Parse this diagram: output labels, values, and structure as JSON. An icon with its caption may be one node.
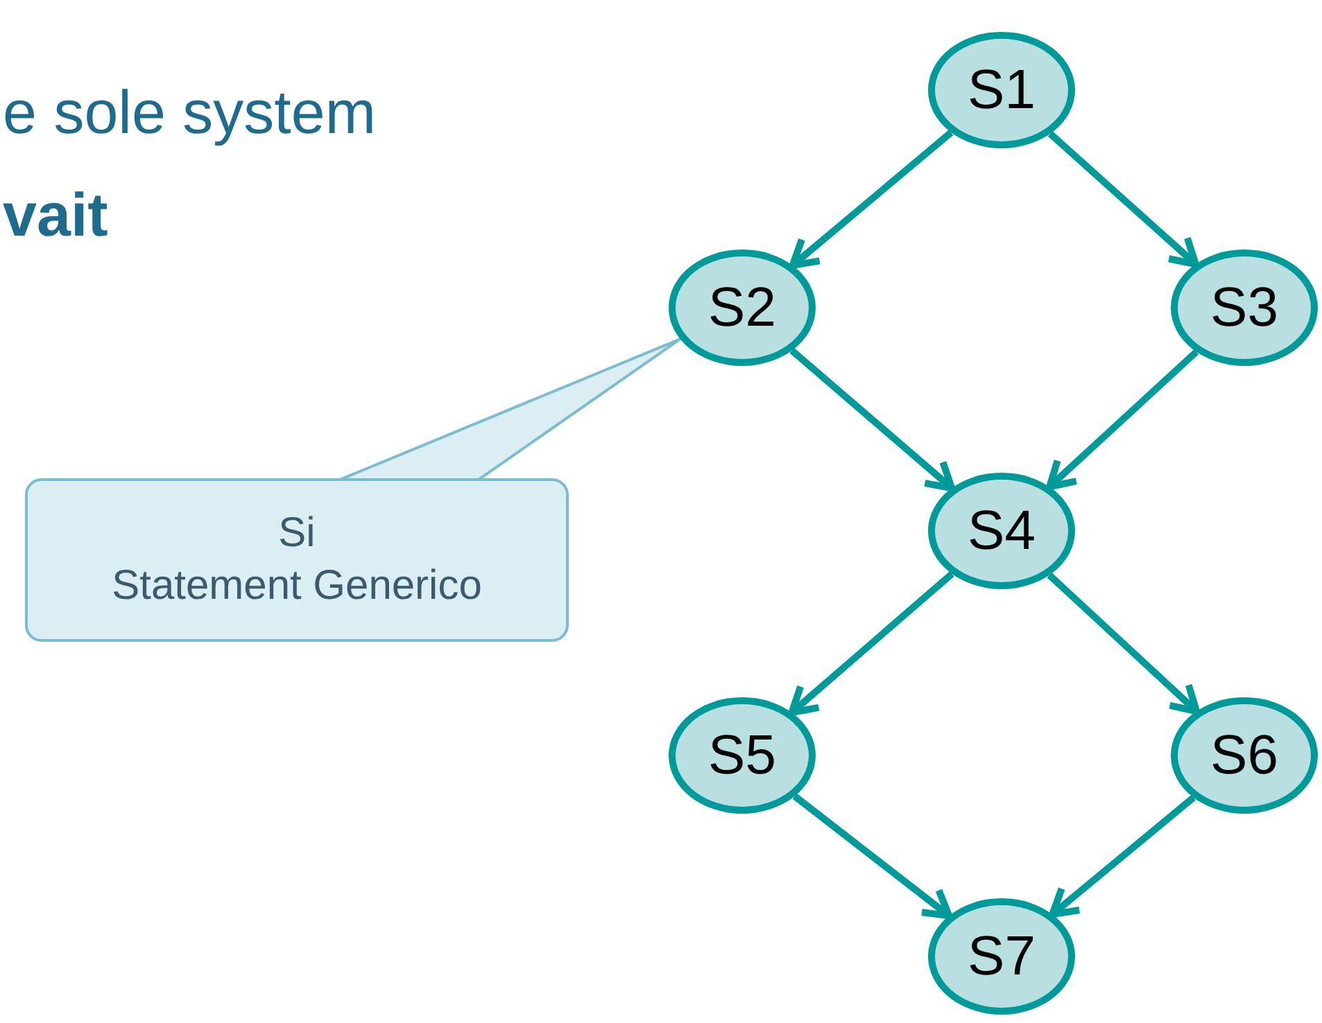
{
  "diagram": {
    "nodes": [
      {
        "text": [
          "S1"
        ]
      },
      {
        "text": [
          "S2"
        ]
      },
      {
        "text": [
          "S3"
        ]
      },
      {
        "text": [
          "S4"
        ]
      },
      {
        "text": [
          "S5"
        ]
      },
      {
        "text": [
          "S6"
        ]
      },
      {
        "text": [
          "S7"
        ]
      },
      {
        "text": [
          "Si",
          "Statement Generico"
        ]
      }
    ],
    "edges": [
      {
        "from": 0,
        "to": 1,
        "arrow": "to"
      },
      {
        "from": 0,
        "to": 2,
        "arrow": "to"
      },
      {
        "from": 1,
        "to": 3,
        "arrow": "to"
      },
      {
        "from": 2,
        "to": 3,
        "arrow": "to"
      },
      {
        "from": 3,
        "to": 4,
        "arrow": "to"
      },
      {
        "from": 3,
        "to": 5,
        "arrow": "to"
      },
      {
        "from": 4,
        "to": 6,
        "arrow": "to"
      },
      {
        "from": 5,
        "to": 6,
        "arrow": "to"
      },
      {
        "from": 7,
        "to": 1,
        "arrow": "none",
        "color": "#7bbcd0"
      }
    ],
    "labels": [
      "e sole system",
      "vait"
    ]
  }
}
